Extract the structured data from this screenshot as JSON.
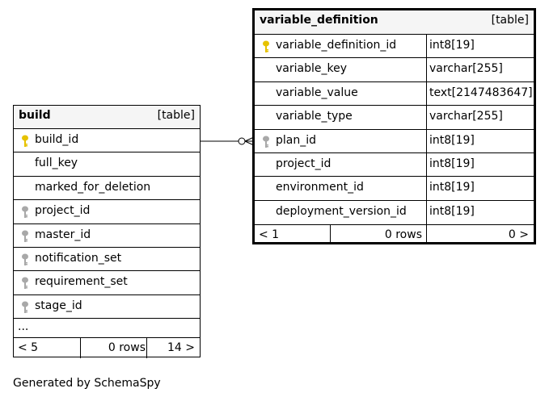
{
  "tables": {
    "build": {
      "name": "build",
      "kind": "[table]",
      "columns": [
        {
          "name": "build_id",
          "key": "primary"
        },
        {
          "name": "full_key",
          "key": "none"
        },
        {
          "name": "marked_for_deletion",
          "key": "none"
        },
        {
          "name": "project_id",
          "key": "foreign"
        },
        {
          "name": "master_id",
          "key": "foreign"
        },
        {
          "name": "notification_set",
          "key": "foreign"
        },
        {
          "name": "requirement_set",
          "key": "foreign"
        },
        {
          "name": "stage_id",
          "key": "foreign"
        }
      ],
      "more": "...",
      "footer": {
        "parents": "< 5",
        "rows": "0 rows",
        "children": "14 >"
      }
    },
    "variable_definition": {
      "name": "variable_definition",
      "kind": "[table]",
      "columns": [
        {
          "name": "variable_definition_id",
          "type": "int8[19]",
          "key": "primary"
        },
        {
          "name": "variable_key",
          "type": "varchar[255]",
          "key": "none"
        },
        {
          "name": "variable_value",
          "type": "text[2147483647]",
          "key": "none"
        },
        {
          "name": "variable_type",
          "type": "varchar[255]",
          "key": "none"
        },
        {
          "name": "plan_id",
          "type": "int8[19]",
          "key": "foreign"
        },
        {
          "name": "project_id",
          "type": "int8[19]",
          "key": "none"
        },
        {
          "name": "environment_id",
          "type": "int8[19]",
          "key": "none"
        },
        {
          "name": "deployment_version_id",
          "type": "int8[19]",
          "key": "none"
        }
      ],
      "footer": {
        "parents": "< 1",
        "rows": "0 rows",
        "children": "0 >"
      }
    }
  },
  "colors": {
    "primary_key": "#e6c200",
    "foreign_key": "#a8a8a8",
    "header_bg": "#f5f5f5"
  },
  "credit": "Generated by SchemaSpy"
}
